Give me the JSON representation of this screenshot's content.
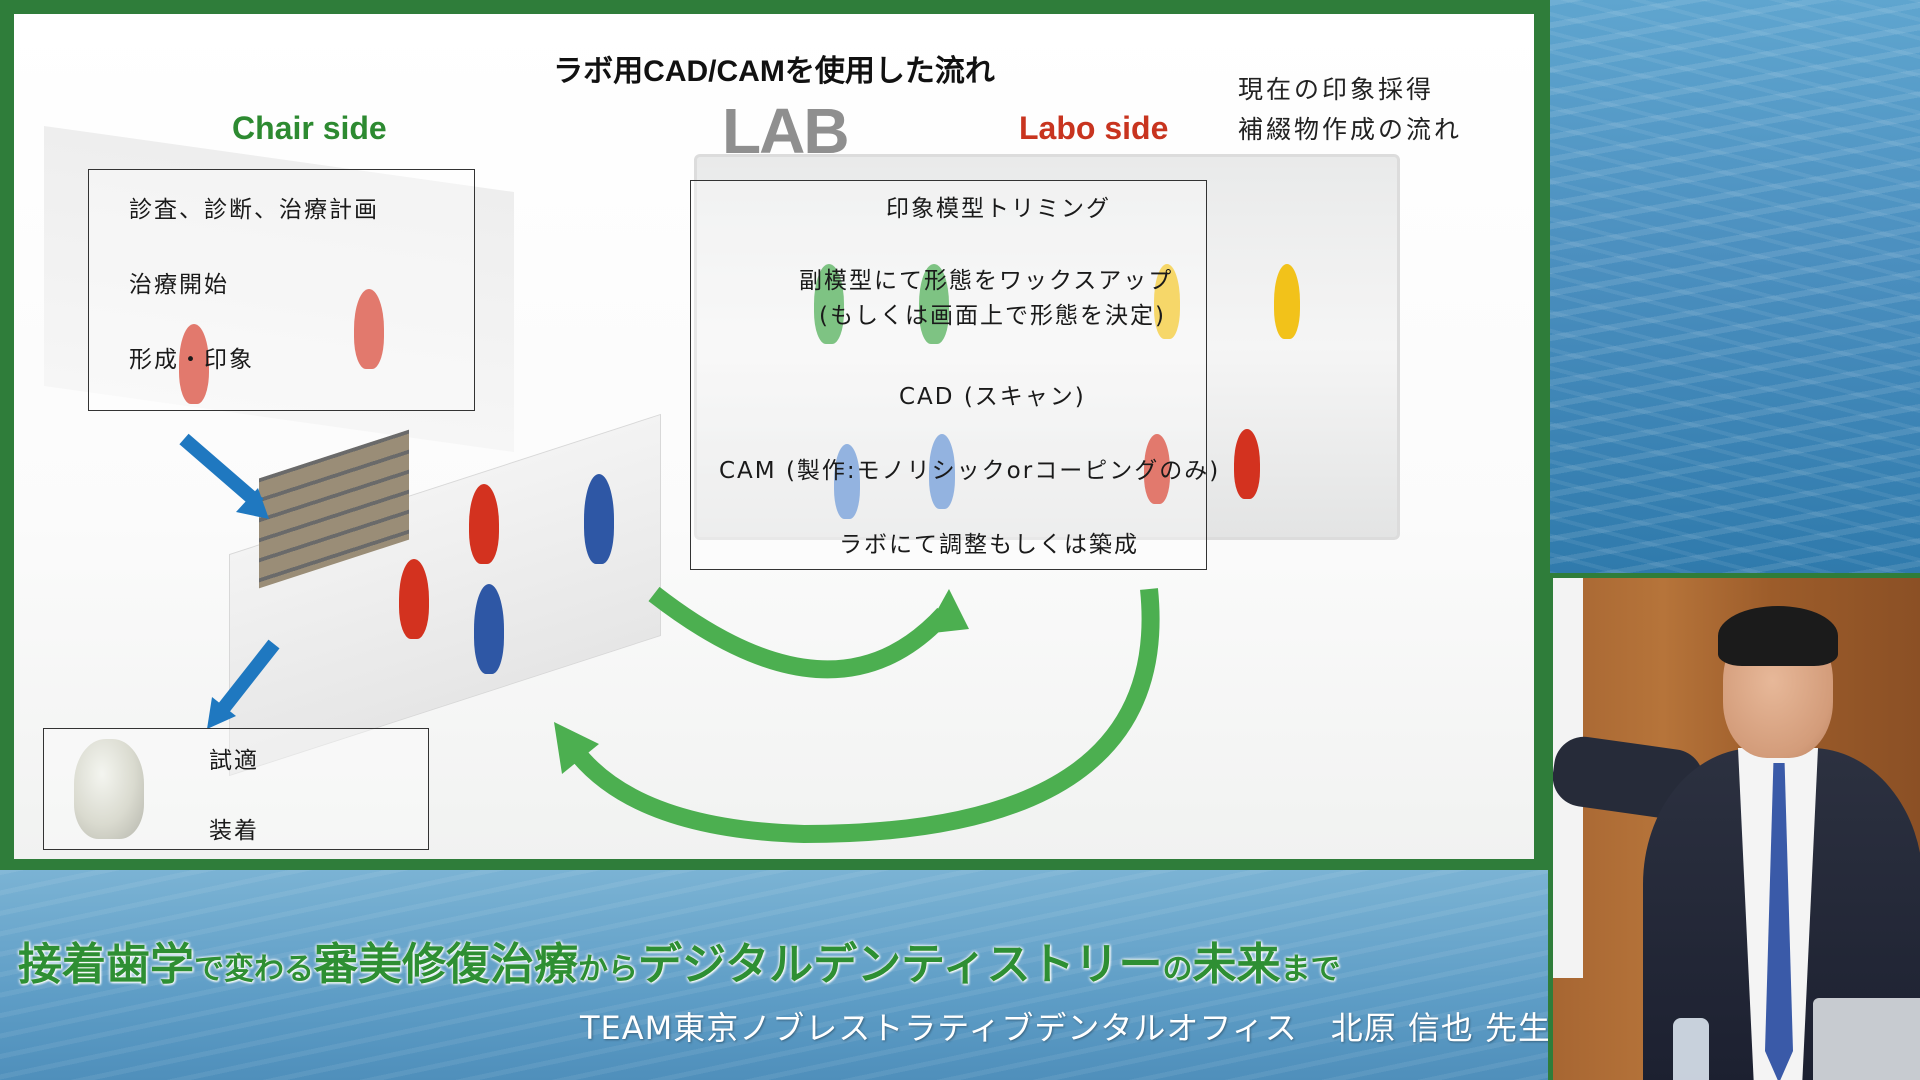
{
  "slide": {
    "title": "ラボ用CAD/CAMを使用した流れ",
    "chair_side": "Chair side",
    "labo_side": "Labo side",
    "lab_logo": "LAB",
    "note_current": [
      "現在の印象採得",
      "補綴物作成の流れ"
    ],
    "chair_box": [
      "診査、診断、治療計画",
      "治療開始",
      "形成・印象"
    ],
    "lab_box": [
      "印象模型トリミング",
      "副模型にて形態をワックスアップ",
      "(もしくは画面上で形態を決定)",
      "CAD (スキャン)",
      "CAM (製作:モノリシックorコーピングのみ)",
      "ラボにて調整もしくは築成"
    ],
    "fit_box": [
      "試適",
      "装着"
    ]
  },
  "banner": {
    "title_parts": [
      {
        "text": "接着歯学",
        "size": "big"
      },
      {
        "text": "で変わる",
        "size": "small"
      },
      {
        "text": "審美修復治療",
        "size": "big"
      },
      {
        "text": "から",
        "size": "small"
      },
      {
        "text": "デジタルデンティストリー",
        "size": "big"
      },
      {
        "text": "の",
        "size": "small"
      },
      {
        "text": "未来",
        "size": "big"
      },
      {
        "text": "まで",
        "size": "small"
      }
    ],
    "subtitle": "TEAM東京ノブレストラティブデンタルオフィス　北原 信也 先生"
  },
  "colors": {
    "green_frame": "#2f7d3a",
    "chair_green": "#2d8a31",
    "labo_red": "#c8341f",
    "arrow_blue": "#1f78c0",
    "arrow_green": "#4caf50"
  }
}
